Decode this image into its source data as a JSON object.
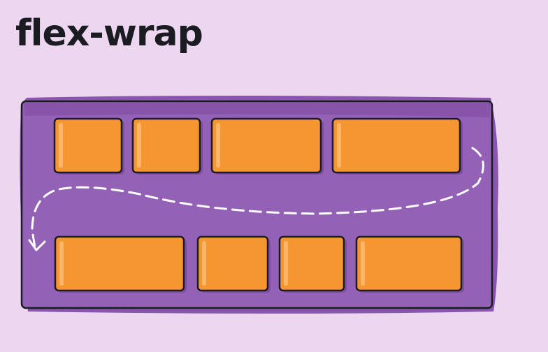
{
  "title": "flex-wrap",
  "colors": {
    "background": "#ecd6f0",
    "container": "#9361b6",
    "item": "#f59633",
    "outline": "#1b1b22",
    "arrow": "#ffffff"
  },
  "diagram": {
    "rows": [
      {
        "items": [
          "item",
          "item",
          "item-wide",
          "item-wide"
        ]
      },
      {
        "items": [
          "item-wide",
          "item",
          "item",
          "item-wide"
        ]
      }
    ],
    "arrow": "wrap-arrow"
  }
}
